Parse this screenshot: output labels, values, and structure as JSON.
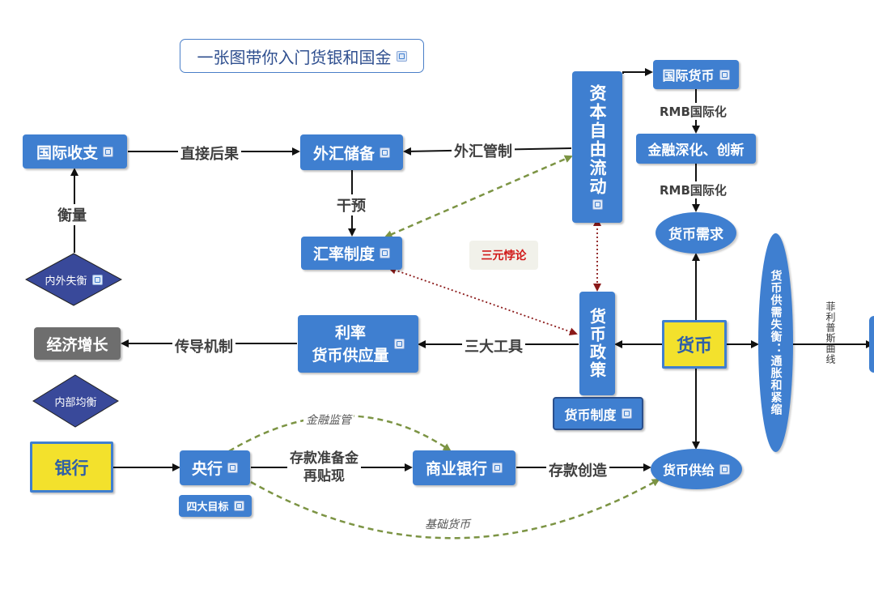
{
  "title": "一张图带你入门货银和国金",
  "nodes": {
    "intl_balance": "国际收支",
    "fx_reserve": "外汇储备",
    "fx_regime": "汇率制度",
    "capital_flow": "资本自由流动",
    "intl_currency": "国际货币",
    "fin_deepening": "金融深化、创新",
    "money_demand": "货币需求",
    "money": "货币",
    "monetary_policy": "货币政策",
    "monetary_system": "货币制度",
    "rate_supply_line1": "利率",
    "rate_supply_line2": "货币供应量",
    "econ_growth": "经济增长",
    "internal_external": "内外失衡",
    "internal_balance": "内部均衡",
    "bank": "银行",
    "central_bank": "央行",
    "four_goals": "四大目标",
    "commercial_bank": "商业银行",
    "money_supply": "货币供给",
    "supply_demand_imbalance": "货币供需失衡：通胀和紧缩",
    "phillips": "菲利普斯曲线",
    "trilemma": "三元悖论"
  },
  "edges": {
    "direct_result": "直接后果",
    "fx_control": "外汇管制",
    "intervene": "干预",
    "measure": "衡量",
    "rmb_intl_1": "RMB国际化",
    "rmb_intl_2": "RMB国际化",
    "three_tools": "三大工具",
    "transmission": "传导机制",
    "reserve_line1": "存款准备金",
    "reserve_line2": "再贴现",
    "deposit_creation": "存款创造",
    "fin_supervision": "金融监管",
    "base_money": "基础货币"
  },
  "colors": {
    "box": "#3f7fd0",
    "grey_box": "#6e6e6e",
    "diamond": "#39499a",
    "yellow": "#f3e12c",
    "dash_green": "#7c9444",
    "dot_red": "#8b1a1a",
    "trilemma_text": "#d11a1a"
  }
}
